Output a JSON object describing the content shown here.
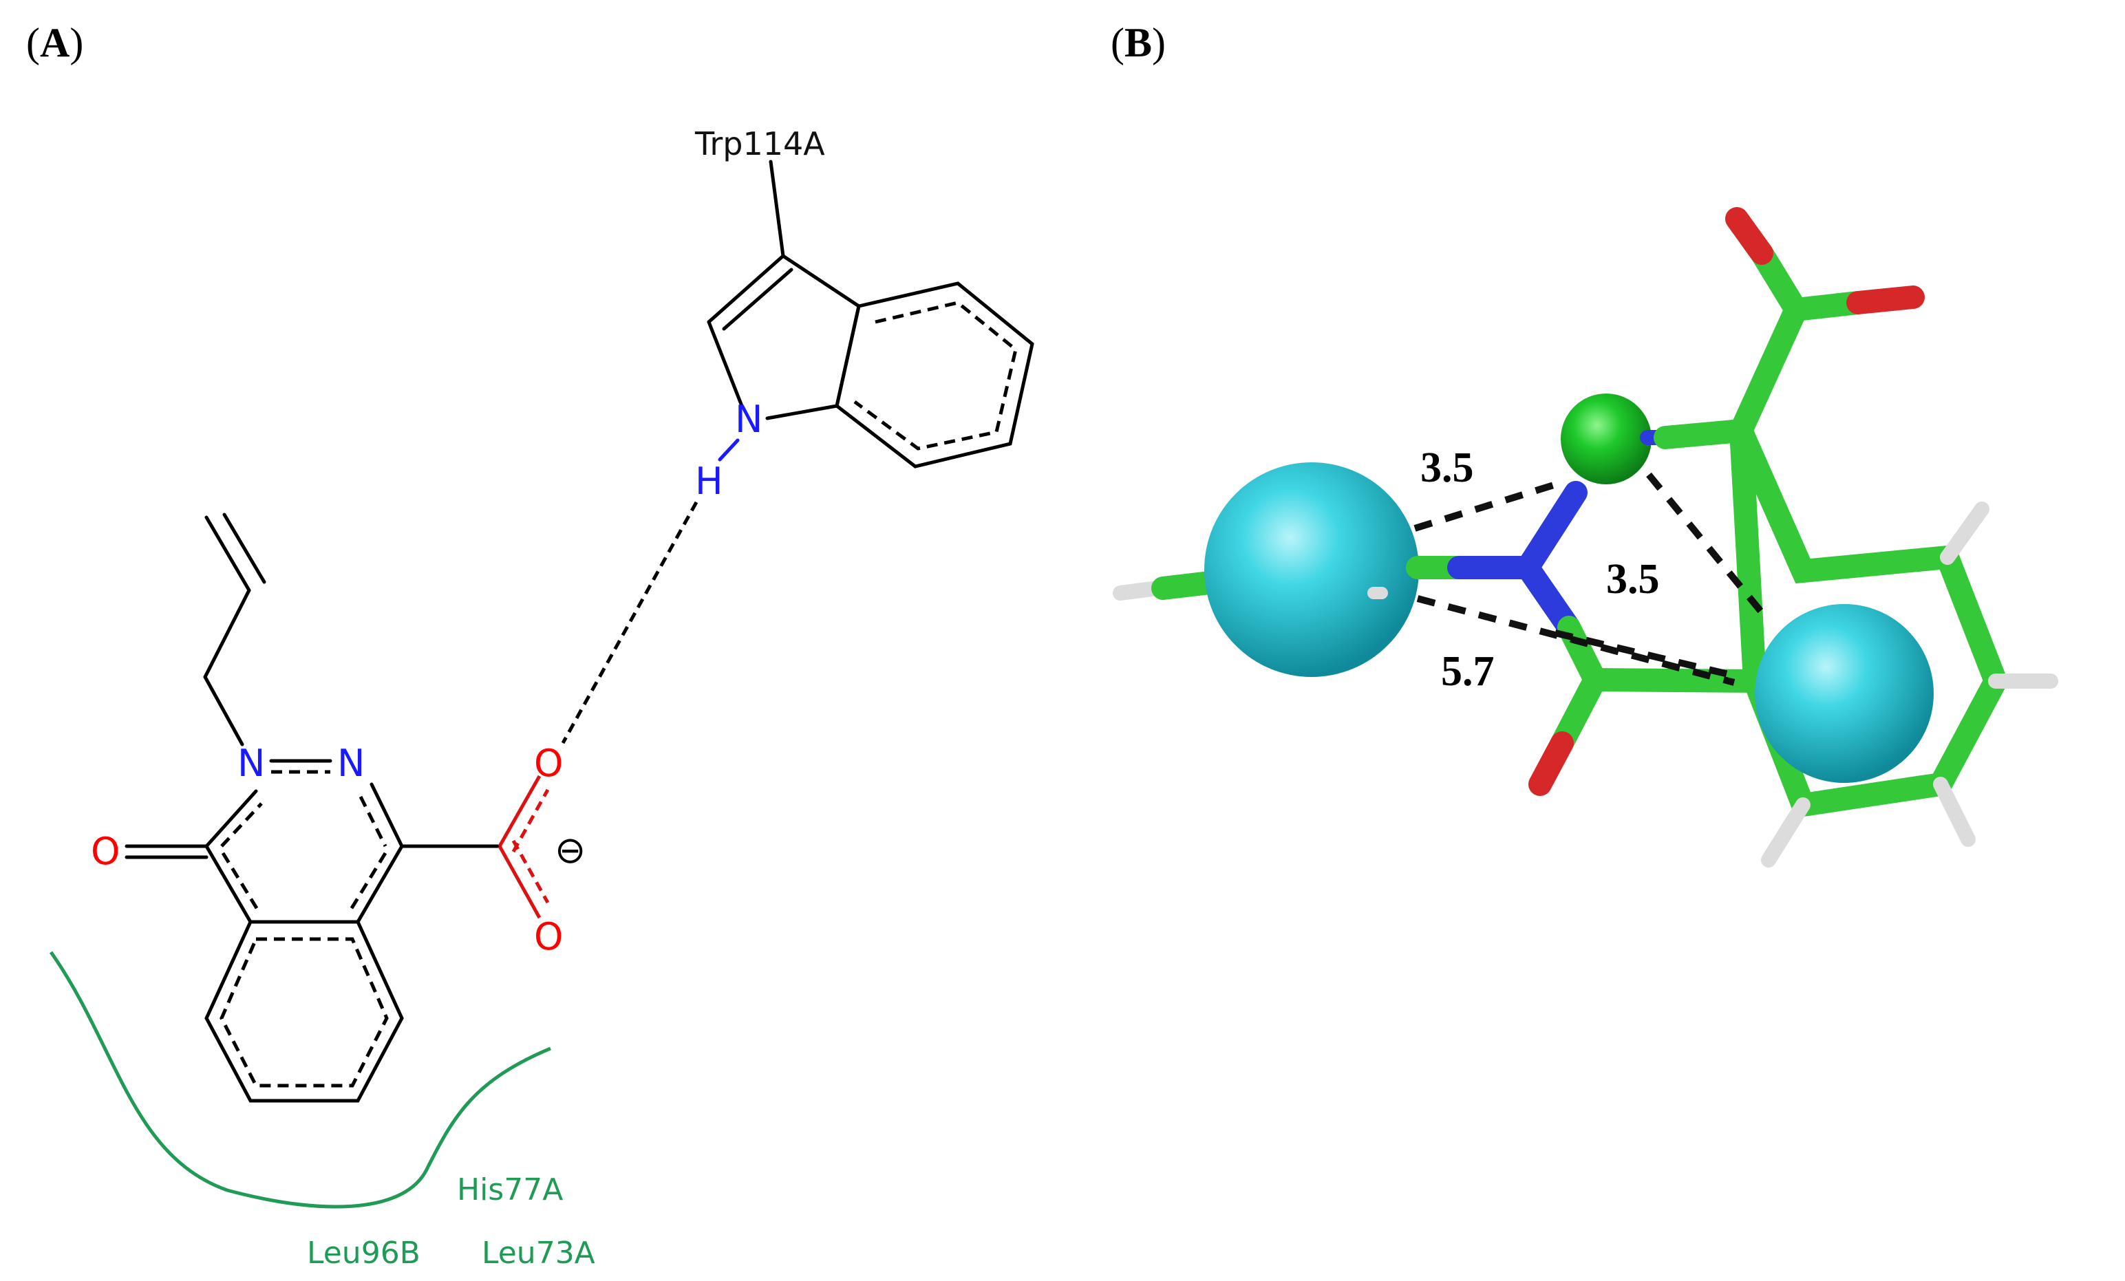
{
  "panels": {
    "a_label": "A",
    "b_label": "B"
  },
  "panel_a": {
    "residue_top": "Trp114A",
    "residues_pocket": {
      "his": "His77A",
      "leu_b": "Leu96B",
      "leu_a": "Leu73A"
    },
    "atoms": {
      "n_indole": "N",
      "h_indole": "H",
      "n1": "N",
      "n2": "N",
      "o_keto": "O",
      "o_carboxyl_top": "O",
      "o_carboxyl_bottom": "O",
      "charge": "⊖"
    },
    "colors": {
      "nitrogen": "#1a1aff",
      "oxygen": "#ff0000",
      "pocket": "#1f9b55",
      "bond": "#000000"
    }
  },
  "panel_b": {
    "distances": {
      "d1": "3.5",
      "d2": "3.5",
      "d3": "5.7"
    },
    "colors": {
      "carbon": "#35c93a",
      "oxygen": "#d62828",
      "nitrogen": "#2d3bdc",
      "hydrogen": "#dcdcdc",
      "pharmacophore_sphere": "#29c6d6",
      "donor_sphere": "#1fbf2a"
    }
  }
}
